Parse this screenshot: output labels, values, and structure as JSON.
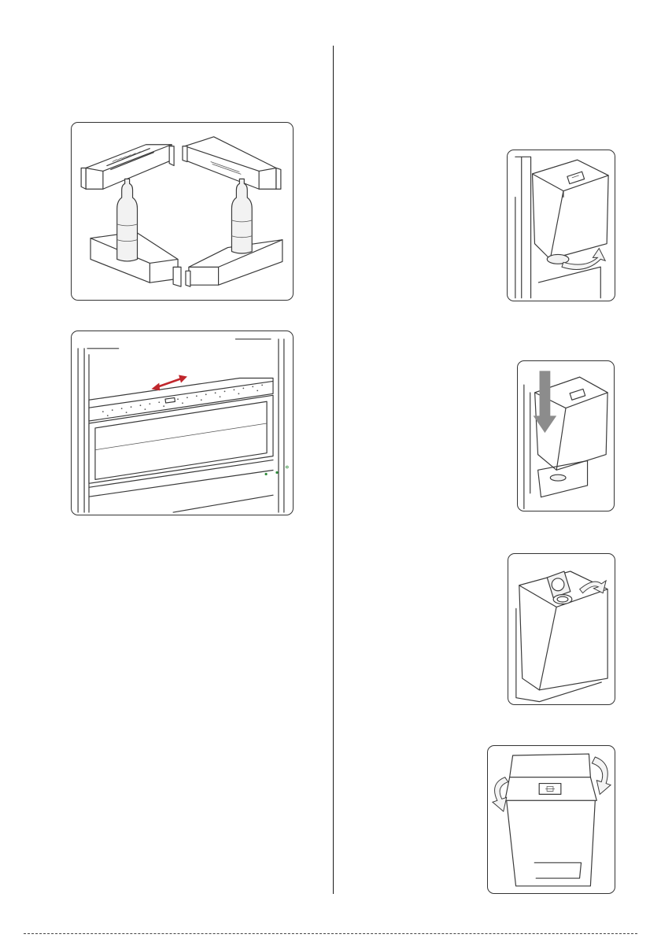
{
  "page": {
    "figures": [
      {
        "name": "door-shelves-figure",
        "icon": "door-shelf-bins-illustration"
      },
      {
        "name": "crisper-cover-figure",
        "icon": "sliding-shelf-illustration"
      },
      {
        "name": "water-tank-rotate-figure",
        "icon": "water-tank-remove-illustration"
      },
      {
        "name": "water-tank-insert-figure",
        "icon": "water-tank-push-down-illustration"
      },
      {
        "name": "water-tank-lid-open-figure",
        "icon": "water-tank-lid-illustration"
      },
      {
        "name": "water-tank-side-release-figure",
        "icon": "water-tank-side-clips-illustration"
      }
    ],
    "colors": {
      "line": "#3a3a3a",
      "accent_red": "#c0262c",
      "arrow_gray": "#8c8c8c",
      "indicator_green": "#2e8b3a"
    }
  }
}
